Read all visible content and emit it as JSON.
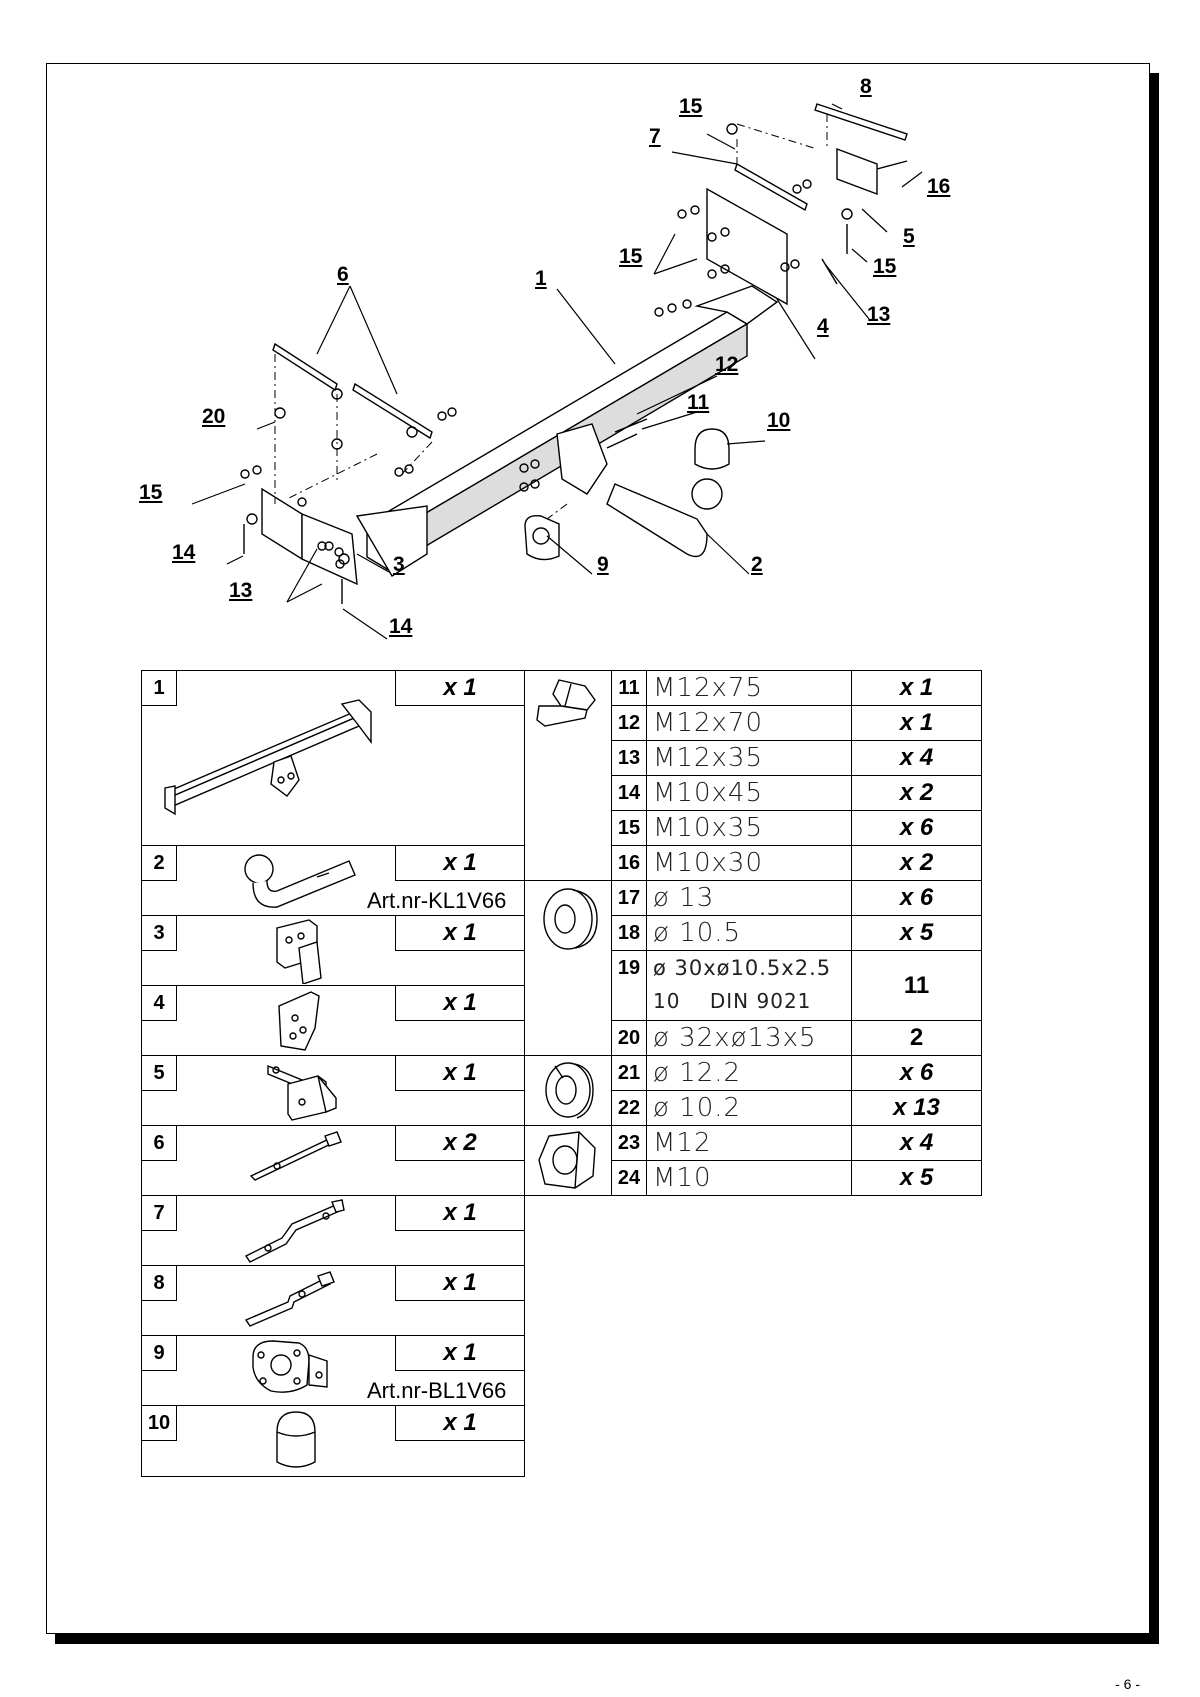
{
  "callouts": [
    {
      "id": "c8",
      "label": "8"
    },
    {
      "id": "c15a",
      "label": "15"
    },
    {
      "id": "c7",
      "label": "7"
    },
    {
      "id": "c16",
      "label": "16"
    },
    {
      "id": "c5",
      "label": "5"
    },
    {
      "id": "c15b",
      "label": "15"
    },
    {
      "id": "c15c",
      "label": "15"
    },
    {
      "id": "c13a",
      "label": "13"
    },
    {
      "id": "c4",
      "label": "4"
    },
    {
      "id": "c6",
      "label": "6"
    },
    {
      "id": "c1",
      "label": "1"
    },
    {
      "id": "c12",
      "label": "12"
    },
    {
      "id": "c11",
      "label": "11"
    },
    {
      "id": "c10",
      "label": "10"
    },
    {
      "id": "c20",
      "label": "20"
    },
    {
      "id": "c15d",
      "label": "15"
    },
    {
      "id": "c14a",
      "label": "14"
    },
    {
      "id": "c13b",
      "label": "13"
    },
    {
      "id": "c3",
      "label": "3"
    },
    {
      "id": "c9",
      "label": "9"
    },
    {
      "id": "c2",
      "label": "2"
    },
    {
      "id": "c14b",
      "label": "14"
    }
  ],
  "parts": [
    {
      "num": "1",
      "qty": "x 1",
      "art": ""
    },
    {
      "num": "2",
      "qty": "x 1",
      "art": "Art.nr-KL1V66"
    },
    {
      "num": "3",
      "qty": "x 1",
      "art": ""
    },
    {
      "num": "4",
      "qty": "x 1",
      "art": ""
    },
    {
      "num": "5",
      "qty": "x 1",
      "art": ""
    },
    {
      "num": "6",
      "qty": "x 2",
      "art": ""
    },
    {
      "num": "7",
      "qty": "x 1",
      "art": ""
    },
    {
      "num": "8",
      "qty": "x 1",
      "art": ""
    },
    {
      "num": "9",
      "qty": "x 1",
      "art": "Art.nr-BL1V66"
    },
    {
      "num": "10",
      "qty": "x 1",
      "art": ""
    }
  ],
  "hardware": [
    {
      "num": "11",
      "spec": "M12x75",
      "qty": "x 1"
    },
    {
      "num": "12",
      "spec": "M12x70",
      "qty": "x 1"
    },
    {
      "num": "13",
      "spec": "M12x35",
      "qty": "x 4"
    },
    {
      "num": "14",
      "spec": "M10x45",
      "qty": "x 2"
    },
    {
      "num": "15",
      "spec": "M10x35",
      "qty": "x 6"
    },
    {
      "num": "16",
      "spec": "M10x30",
      "qty": "x 2"
    },
    {
      "num": "17",
      "spec": "ø 13",
      "qty": "x 6"
    },
    {
      "num": "18",
      "spec": "ø 10.5",
      "qty": "x 5"
    },
    {
      "num": "19",
      "spec": "ø 30xø10.5x2.5",
      "spec_line2": "10    DIN 9021",
      "qty": "11"
    },
    {
      "num": "20",
      "spec": "ø 32xø13x5",
      "qty": "2"
    },
    {
      "num": "21",
      "spec": "ø 12.2",
      "qty": "x 6"
    },
    {
      "num": "22",
      "spec": "ø 10.2",
      "qty": "x 13"
    },
    {
      "num": "23",
      "spec": "M12",
      "qty": "x 4"
    },
    {
      "num": "24",
      "spec": "M10",
      "qty": "x 5"
    }
  ],
  "page_number": "- 6 -"
}
